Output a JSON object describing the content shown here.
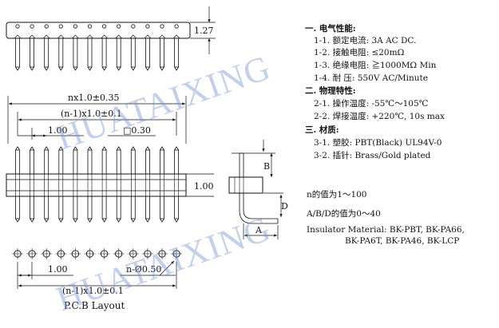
{
  "watermark": "HUATAIXING",
  "dimensions": {
    "pitch_1_27": "1.27",
    "overall_length": "nx1.0±0.35",
    "pitch_span_top": "(n-1)x1.0±0.1",
    "pitch": "1.00",
    "pin_square": "□0.30",
    "insulator_height": "1.00",
    "label_B": "B",
    "label_D": "D",
    "label_A": "A",
    "pcb_pitch": "1.00",
    "hole_dia": "n-Ø0.50",
    "pcb_span": "(n-1)x1.0±0.1",
    "pcb_caption": "P.C.B Layout"
  },
  "specs": [
    {
      "text": "一. 电气性能:",
      "heading": true
    },
    {
      "text": "1-1. 额定电流: 3A AC DC.",
      "heading": false
    },
    {
      "text": "1-2. 接触电阻: ≤20mΩ",
      "heading": false
    },
    {
      "text": "1-3. 绝缘电阻: ≧1000MΩ Min",
      "heading": false
    },
    {
      "text": "1-4. 耐      压: 550V AC/Minute",
      "heading": false
    },
    {
      "text": "二. 物理特性:",
      "heading": true
    },
    {
      "text": "2-1. 操作温度: -55℃～105℃",
      "heading": false
    },
    {
      "text": "2-2. 焊接温度: +220℃, 10s max",
      "heading": false
    },
    {
      "text": "三. 材质:",
      "heading": true
    },
    {
      "text": "3-1. 塑胶: PBT(Black) UL94V-0",
      "heading": false
    },
    {
      "text": "3-2. 插针: Brass/Gold plated",
      "heading": false
    }
  ],
  "notes": {
    "n_range": "n的值为1～100",
    "abd_range": "A/B/D的值为0～40",
    "insulator_line1": "Insulator Material: BK-PBT, BK-PA66,",
    "insulator_line2": "BK-PA6T, BK-PA46, BK-LCP"
  }
}
